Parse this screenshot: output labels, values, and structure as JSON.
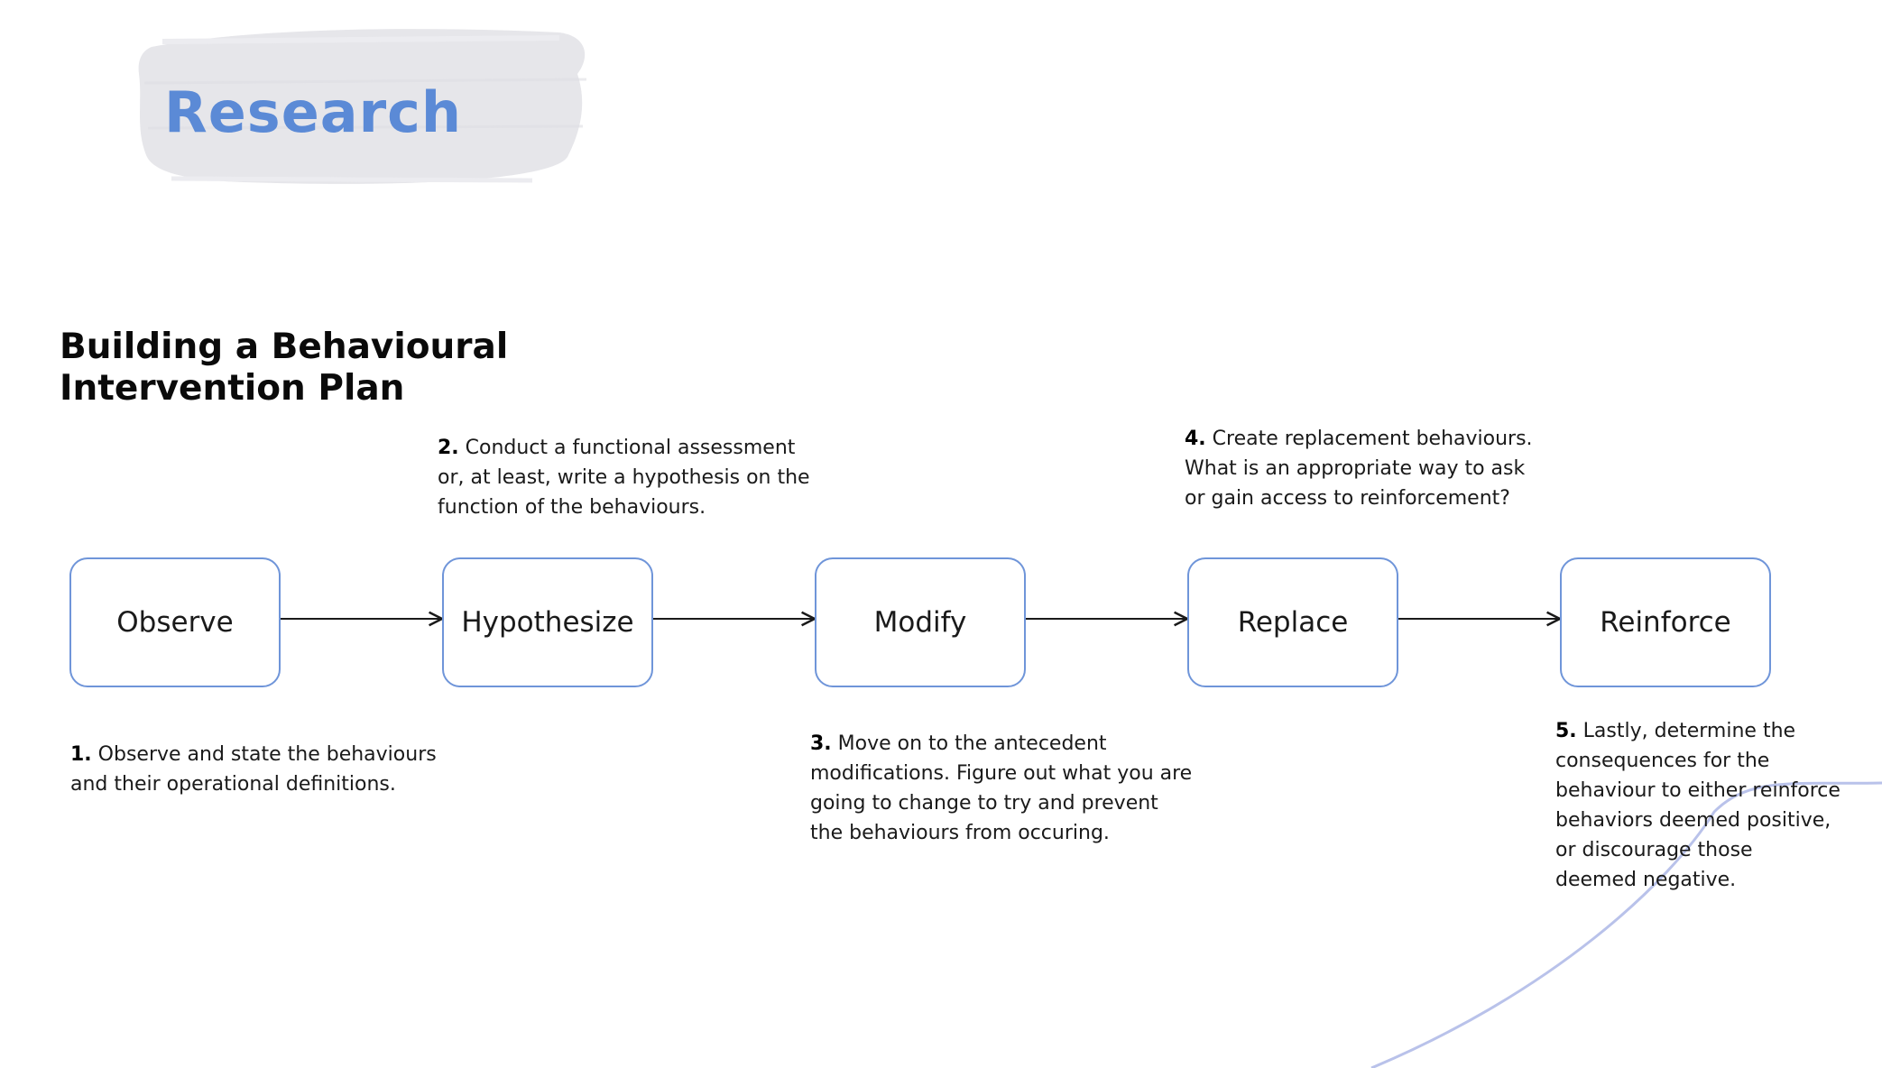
{
  "header": {
    "title": "Research",
    "subtitle_lines": [
      "Building a Behavioural",
      "Intervention Plan"
    ]
  },
  "colors": {
    "accent": "#5b8ad6",
    "box_border": "#6f95d9",
    "arc": "#b9c2ea",
    "brush": "#e6e6ea"
  },
  "steps": [
    {
      "label": "Observe"
    },
    {
      "label": "Hypothesize"
    },
    {
      "label": "Modify"
    },
    {
      "label": "Replace"
    },
    {
      "label": "Reinforce"
    }
  ],
  "descriptions": [
    {
      "num": "1.",
      "lines": [
        " Observe and state the behaviours",
        "and their operational definitions."
      ]
    },
    {
      "num": "2.",
      "lines": [
        " Conduct a functional assessment",
        "or, at least, write a hypothesis on the",
        "function of the behaviours."
      ]
    },
    {
      "num": "3.",
      "lines": [
        " Move on to the antecedent",
        "modifications. Figure out what you are",
        "going to change to try and prevent",
        "the behaviours from occuring."
      ]
    },
    {
      "num": "4.",
      "lines": [
        " Create replacement behaviours.",
        "What is an appropriate way to ask",
        "or gain access to reinforcement?"
      ]
    },
    {
      "num": "5.",
      "lines": [
        " Lastly, determine the",
        "consequences for the",
        "behaviour to either reinforce",
        "behaviors deemed positive,",
        "or discourage those",
        "deemed negative."
      ]
    }
  ]
}
